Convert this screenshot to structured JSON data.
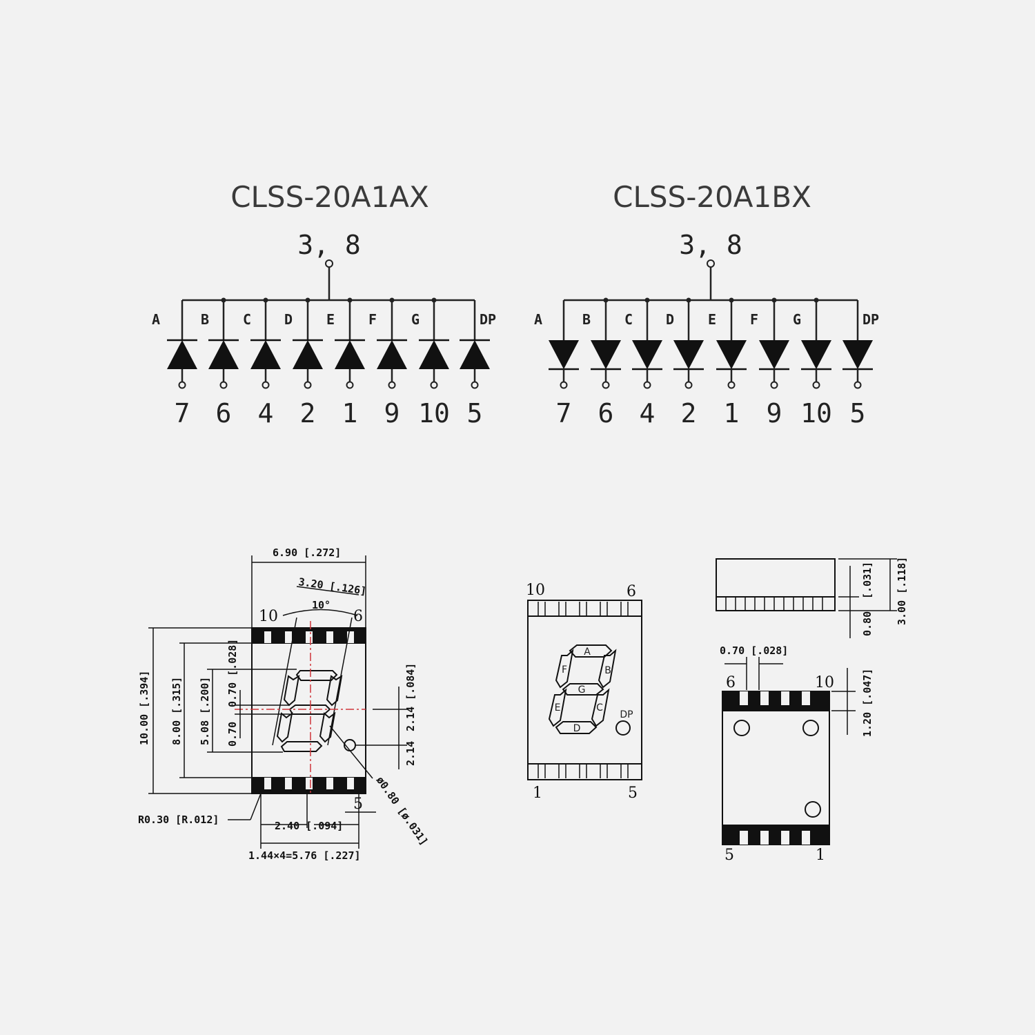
{
  "schematics": [
    {
      "title": "CLSS-20A1AX",
      "common": "3, 8",
      "orientation": "up",
      "segments": [
        "A",
        "B",
        "C",
        "D",
        "E",
        "F",
        "G",
        "DP"
      ],
      "pins": [
        "7",
        "6",
        "4",
        "2",
        "1",
        "9",
        "10",
        "5"
      ]
    },
    {
      "title": "CLSS-20A1BX",
      "common": "3, 8",
      "orientation": "down",
      "segments": [
        "A",
        "B",
        "C",
        "D",
        "E",
        "F",
        "G",
        "DP"
      ],
      "pins": [
        "7",
        "6",
        "4",
        "2",
        "1",
        "9",
        "10",
        "5"
      ]
    }
  ],
  "front_view": {
    "pin_top_left": "10",
    "pin_top_right": "6",
    "pin_bottom_right": "5",
    "dims": {
      "width": "6.90 [.272]",
      "digit_width": "3.20 [.126]",
      "slant": "10°",
      "height": "10.00 [.394]",
      "inner_height": "8.00 [.315]",
      "digit_height": "5.08 [.200]",
      "seg_width_top": "0.70 [.028]",
      "seg_width_left": "0.70",
      "right_dim_1": "2.14 [.084]",
      "right_dim_2": "2.14",
      "dp_dia": "ø0.80 [ø.031]",
      "radius": "R0.30 [R.012]",
      "pin_gap": "2.40 [.094]",
      "pitch": "1.44×4=5.76 [.227]"
    }
  },
  "mid_view": {
    "pin_top_left": "10",
    "pin_top_right": "6",
    "pin_bottom_left": "1",
    "pin_bottom_right": "5",
    "segment_labels": [
      "A",
      "B",
      "C",
      "D",
      "E",
      "F",
      "G",
      "DP"
    ]
  },
  "side_view": {
    "dims": {
      "body": "[.031]",
      "standoff": "0.80",
      "height": "3.00 [.118]"
    }
  },
  "bottom_view": {
    "pin_top_left": "6",
    "pin_top_right": "10",
    "pin_bottom_left": "5",
    "pin_bottom_right": "1",
    "dims": {
      "pad_width": "0.70 [.028]",
      "pad_length": "1.20 [.047]"
    }
  }
}
